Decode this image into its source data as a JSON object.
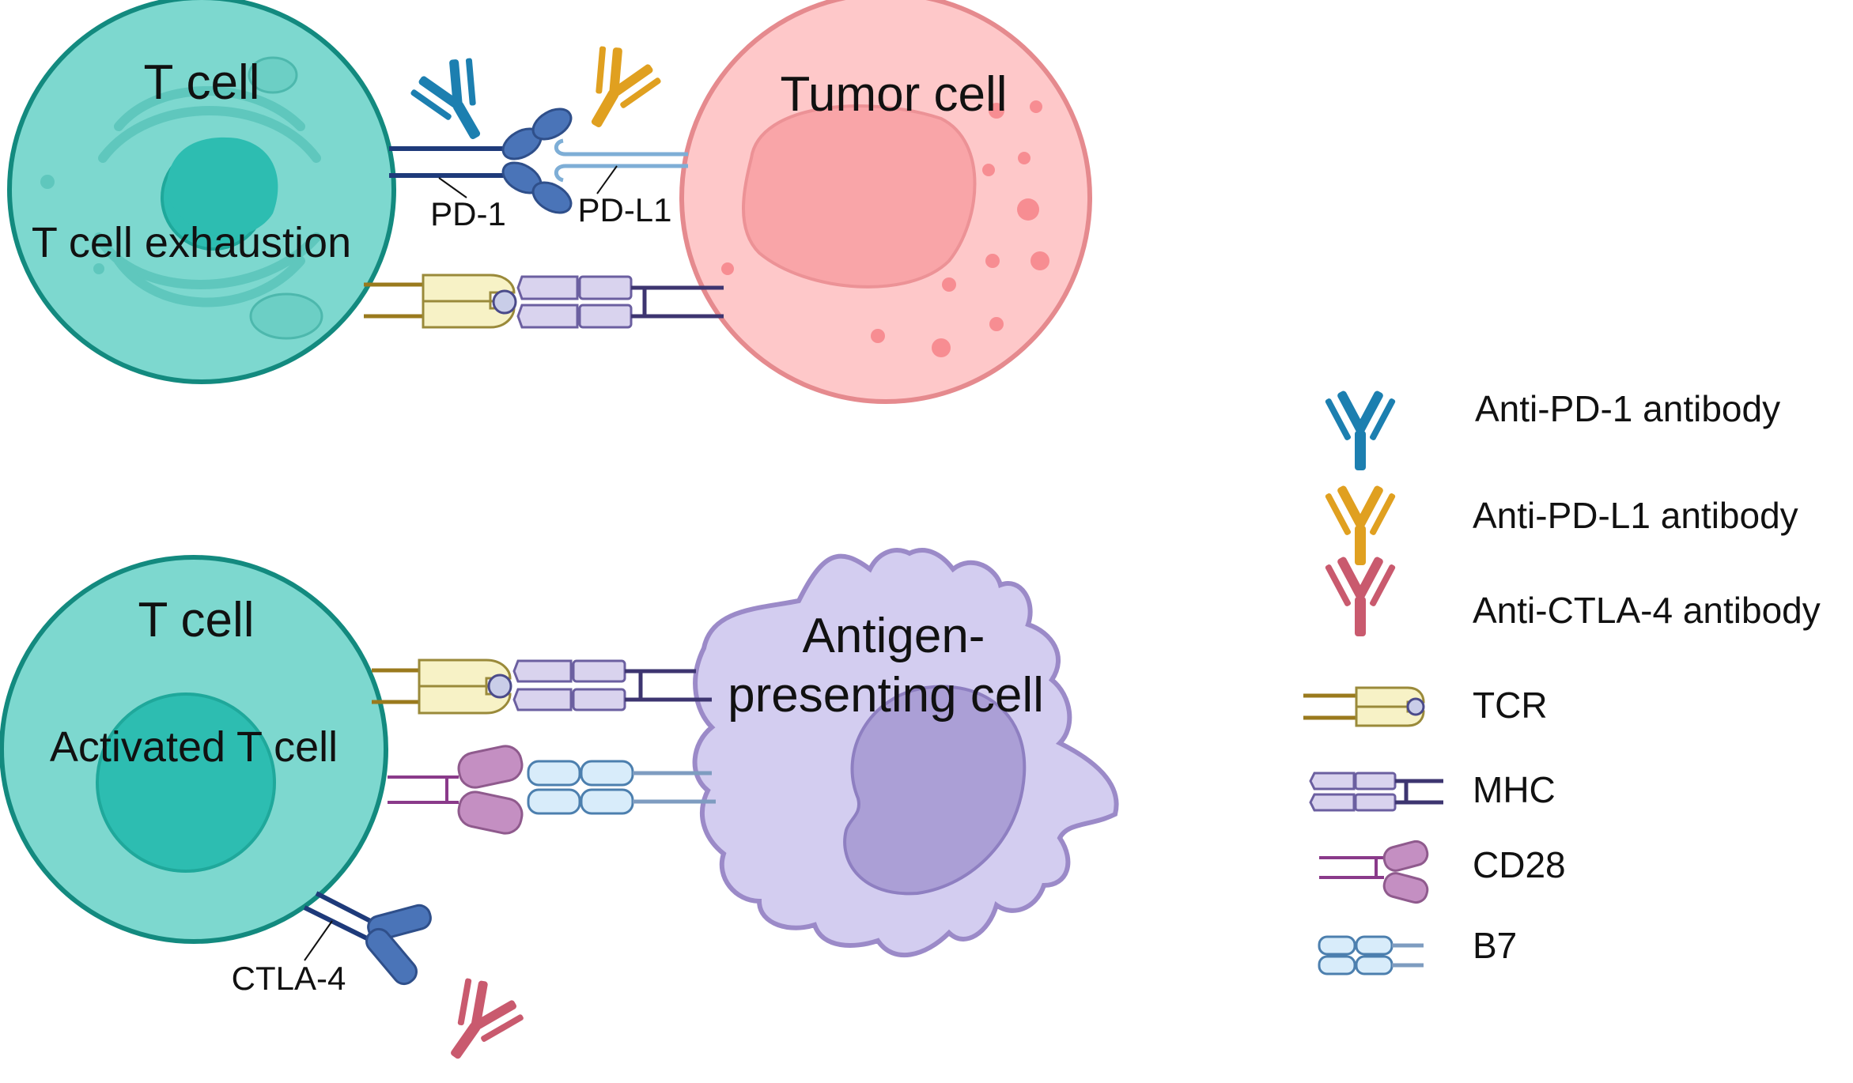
{
  "top_panel": {
    "t_cell_label": "T cell",
    "t_cell_state": "T cell exhaustion",
    "tumor_cell_label": "Tumor cell",
    "pd1_label": "PD-1",
    "pdl1_label": "PD-L1"
  },
  "bottom_panel": {
    "t_cell_label": "T cell",
    "t_cell_state": "Activated T cell",
    "apc_label_line1": "Antigen-",
    "apc_label_line2": "presenting cell",
    "ctla4_label": "CTLA-4"
  },
  "legend": {
    "anti_pd1": "Anti-PD-1 antibody",
    "anti_pdl1": "Anti-PD-L1 antibody",
    "anti_ctla4": "Anti-CTLA-4 antibody",
    "tcr": "TCR",
    "mhc": "MHC",
    "cd28": "CD28",
    "b7": "B7"
  },
  "colors": {
    "t_cell_fill": "#7dd8cf",
    "t_cell_stroke": "#138a7f",
    "nucleus_fill": "#2dbdb1",
    "tumor_fill": "#fec8c9",
    "tumor_stroke": "#e58a8e",
    "apc_fill": "#d3cdf0",
    "apc_stroke": "#9b8ac8",
    "anti_pd1": "#1c7fb0",
    "anti_pdl1": "#e0a020",
    "anti_ctla4": "#c95a6e",
    "pd1": "#4a74b8",
    "tcr": "#f7f2c6",
    "mhc": "#d9d3ee",
    "cd28": "#c48fc2",
    "b7": "#d8ecfa"
  }
}
